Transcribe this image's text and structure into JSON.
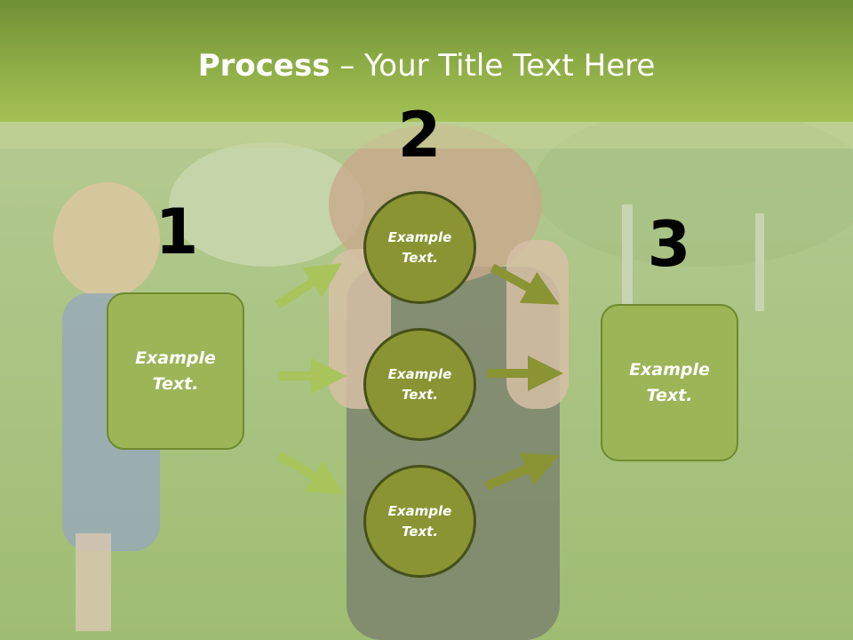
{
  "slide": {
    "title_bold": "Process",
    "title_rest": " – Your Title Text Here"
  },
  "numbers": {
    "n1": "1",
    "n2": "2",
    "n3": "3"
  },
  "left_box": {
    "text": "Example\nText."
  },
  "circles": [
    {
      "text": "Example\nText."
    },
    {
      "text": "Example\nText."
    },
    {
      "text": "Example\nText."
    }
  ],
  "right_box": {
    "text": "Example\nText."
  },
  "colors": {
    "header": "#8fad46",
    "box_fill": "#9bb557",
    "circle_fill": "#8a9433",
    "arrow_light": "#a8c45b",
    "arrow_dark": "#8a9433"
  }
}
